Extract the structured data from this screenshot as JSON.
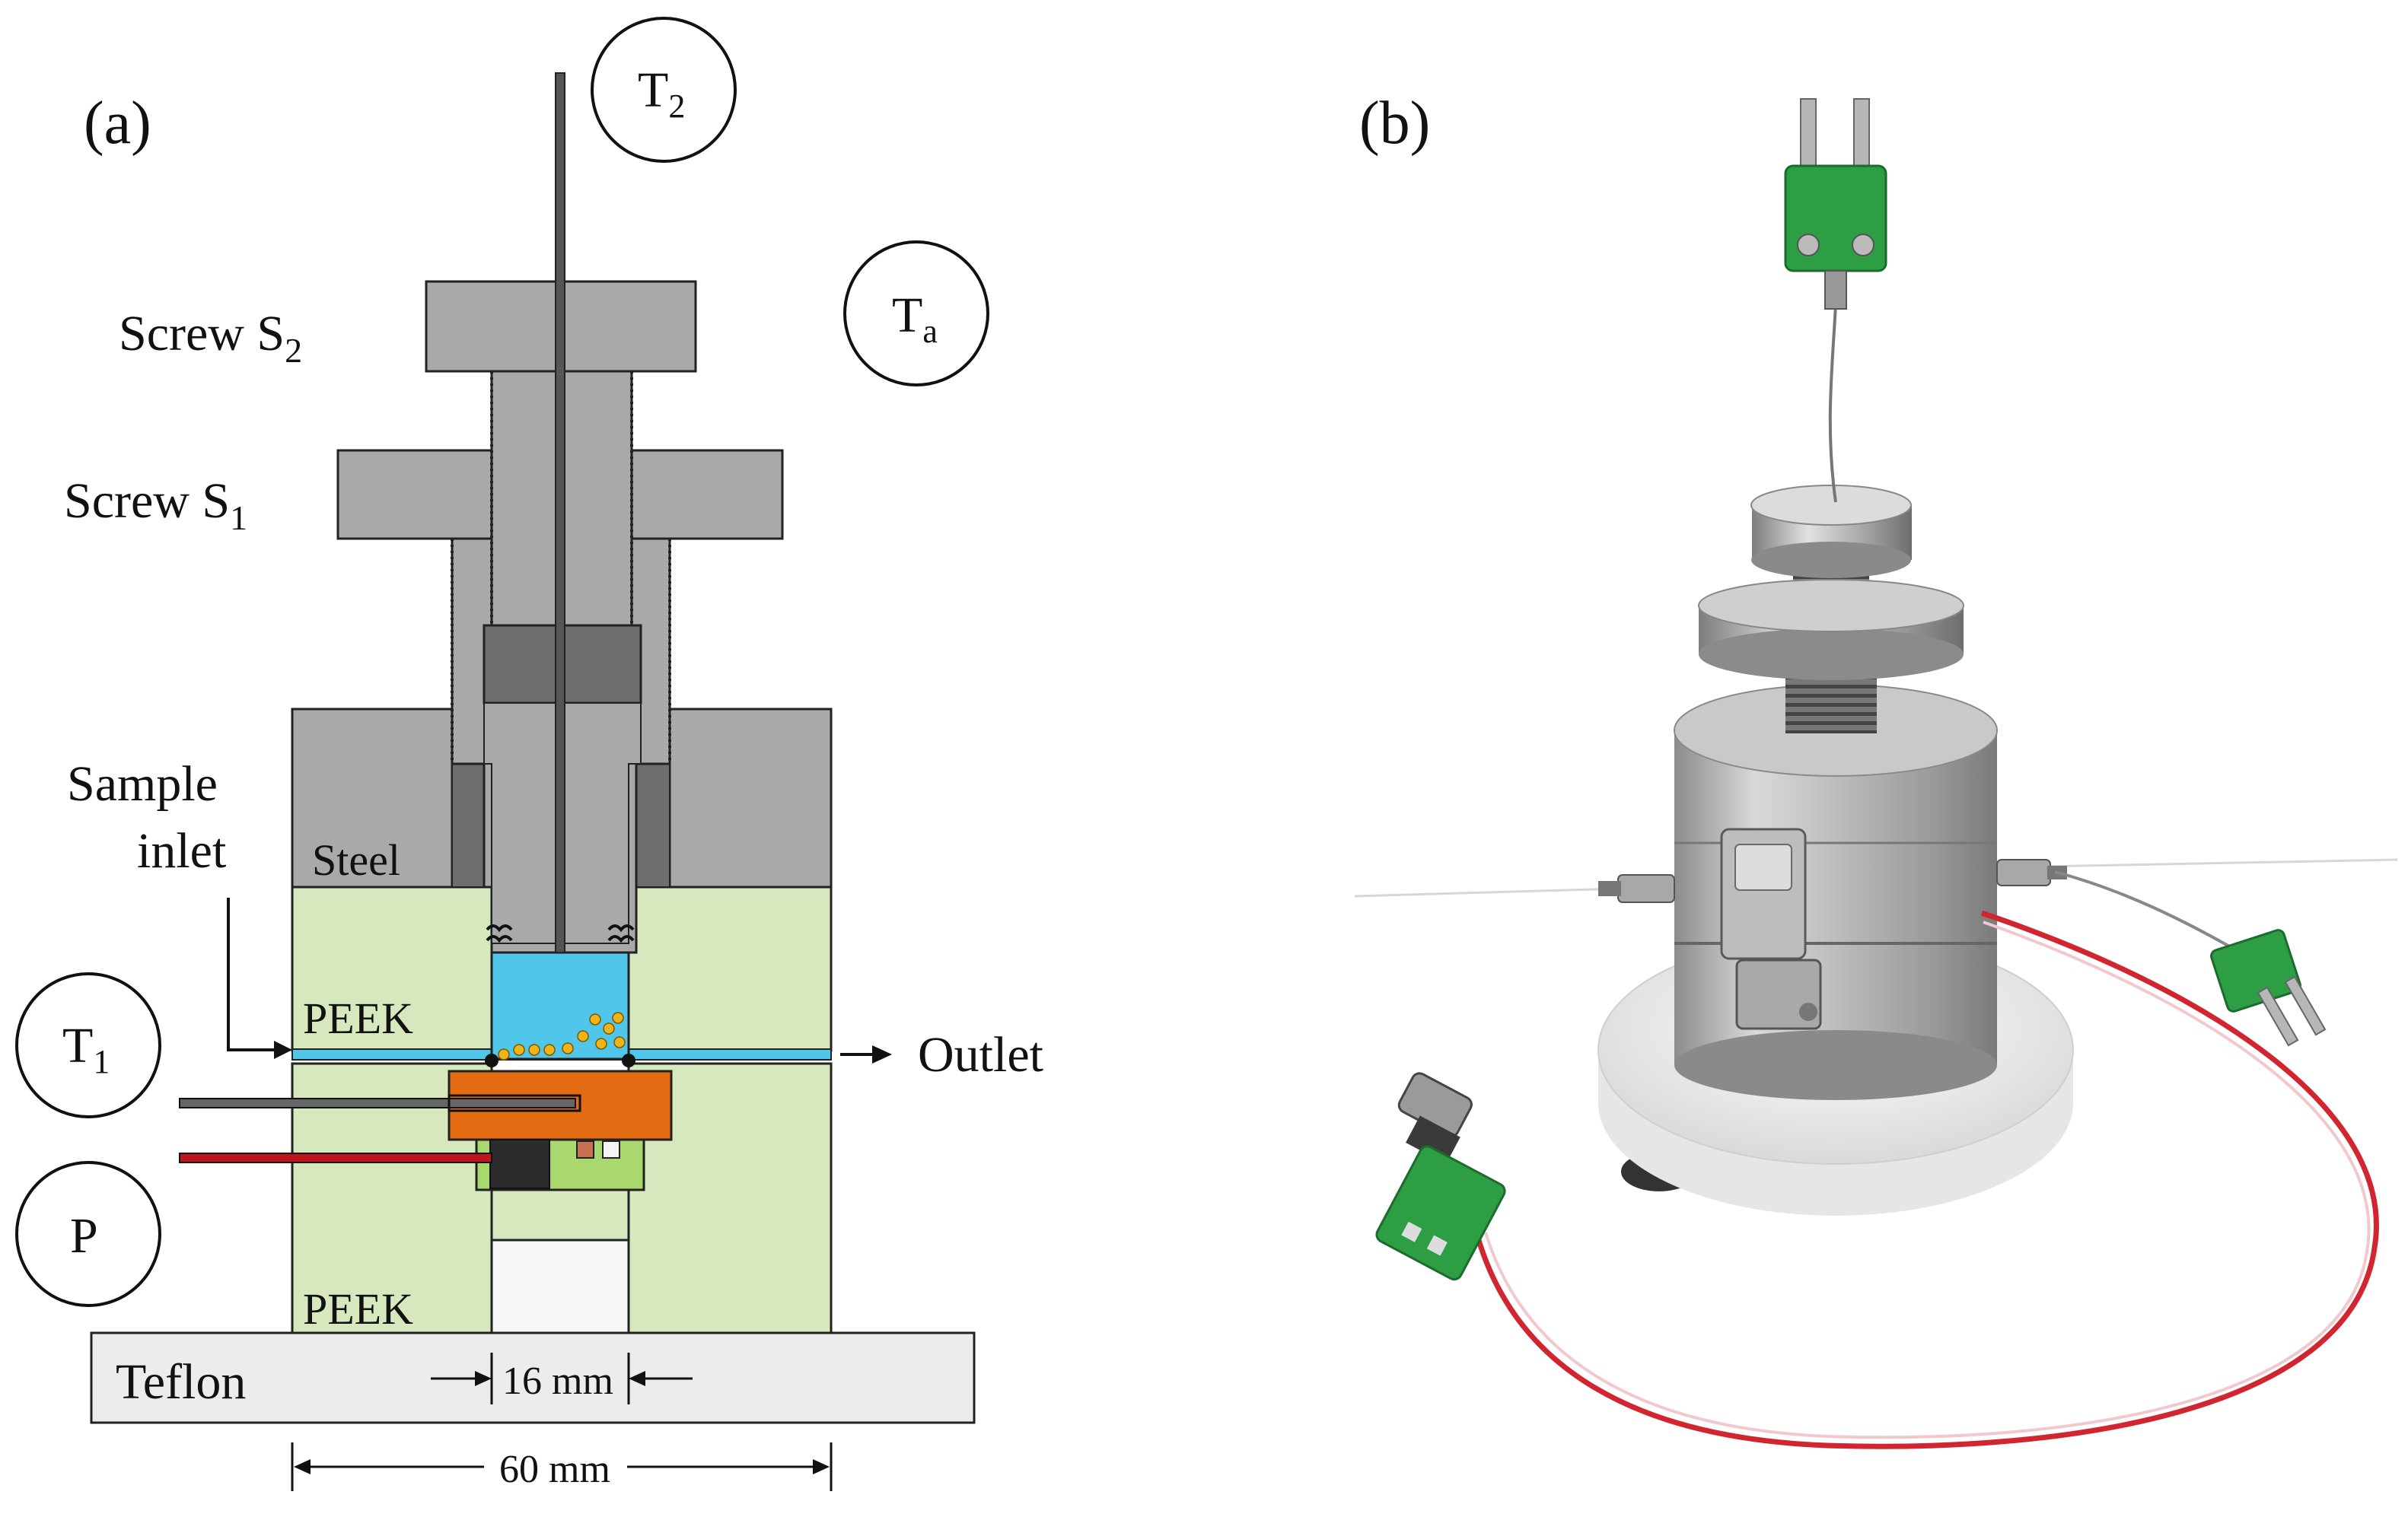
{
  "panel_a": {
    "panel_label": "(a)",
    "circles": {
      "t2": {
        "main": "T",
        "sub": "2"
      },
      "ta": {
        "main": "T",
        "sub": "a"
      },
      "t1": {
        "main": "T",
        "sub": "1"
      },
      "p": {
        "main": "P"
      }
    },
    "labels": {
      "screw_s2": {
        "main": "Screw S",
        "sub": "2"
      },
      "screw_s1": {
        "main": "Screw S",
        "sub": "1"
      },
      "sample": "Sample",
      "inlet": "inlet",
      "steel": "Steel",
      "peek_top": "PEEK",
      "peek_bottom": "PEEK",
      "outlet": "Outlet",
      "teflon": "Teflon",
      "dim_inner": "16 mm",
      "dim_outer": "60 mm"
    },
    "colors": {
      "steel": "#a9a9a9",
      "steel_dark": "#6e6e6e",
      "peek": "#d7e8bf",
      "sample_cell": "#4fc6ea",
      "heater": "#e36b12",
      "particles": "#f1b418",
      "wire_red": "#c0141c",
      "teflon": "#ececec"
    }
  },
  "panel_b": {
    "panel_label": "(b)",
    "colors": {
      "connector_green": "#2e9e45",
      "metal": "#b9b9b9",
      "base_white": "#f3f3f3",
      "cable_red": "#d1262f"
    }
  }
}
